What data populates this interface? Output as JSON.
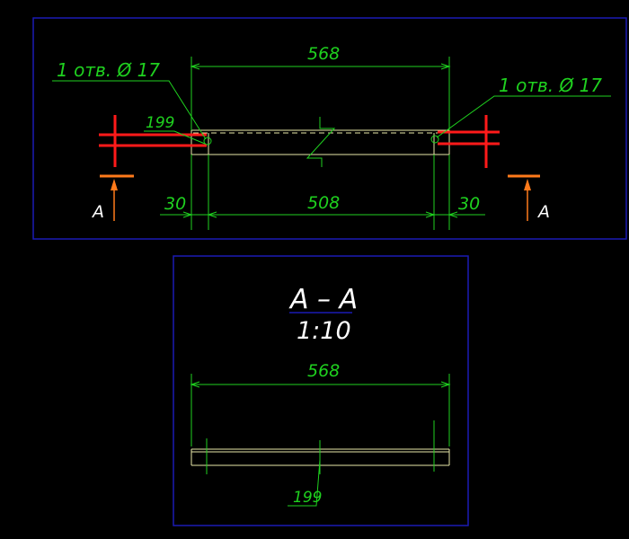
{
  "plan_view": {
    "dim_overall": "568",
    "dim_between_holes": "508",
    "dim_edge_left": "30",
    "dim_edge_right": "30",
    "dim_thickness": "199",
    "hole_note_left": "1 отв. Ø 17",
    "hole_note_right": "1 отв. Ø 17",
    "section_mark_left": "A",
    "section_mark_right": "A"
  },
  "section_view": {
    "title": "A – A",
    "scale": "1:10",
    "dim_overall": "568",
    "dim_thickness": "199"
  },
  "colors": {
    "background": "#000000",
    "frame": "#1a1ab4",
    "dimension": "#1fd11f",
    "part_outline": "#e8e8a8",
    "axis": "#ff1a1a",
    "section_arrow": "#ff7a1a",
    "text_white": "#ffffff"
  }
}
